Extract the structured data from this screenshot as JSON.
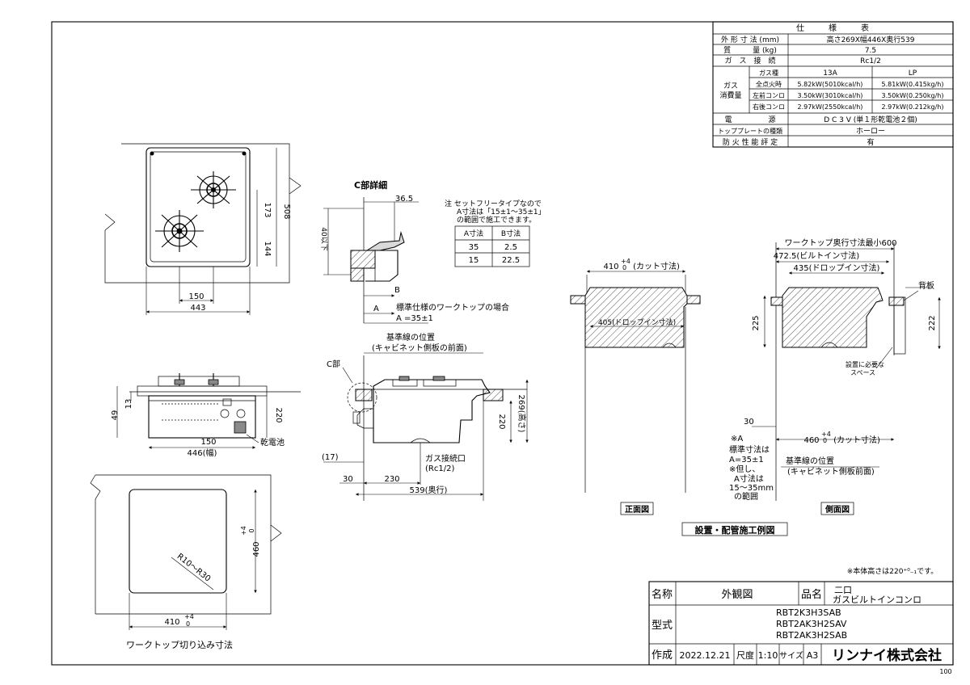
{
  "spec_table": {
    "title": "仕　　　様　　　表",
    "rows": [
      {
        "label": "外 形 寸 法 (mm)",
        "value": "高さ269X幅446X奥行539"
      },
      {
        "label": "質　　　量 (kg)",
        "value": "7.5"
      },
      {
        "label": "ガ　ス　接　続",
        "value": "Rc1/2"
      }
    ],
    "gas_group_label_1": "ガス",
    "gas_group_label_2": "消費量",
    "gas_header": {
      "label": "ガス種",
      "col1": "13A",
      "col2": "LP"
    },
    "gas_rows": [
      {
        "label": "全点火時",
        "col1": "5.82kW(5010kcal/h)",
        "col2": "5.81kW(0.415kg/h)"
      },
      {
        "label": "左前コンロ",
        "col1": "3.50kW(3010kcal/h)",
        "col2": "3.50kW(0.250kg/h)"
      },
      {
        "label": "右後コンロ",
        "col1": "2.97kW(2550kcal/h)",
        "col2": "2.97kW(0.212kg/h)"
      }
    ],
    "bottom_rows": [
      {
        "label": "電　　　　　源",
        "value": "D C 3 V (単１形乾電池２個)"
      },
      {
        "label": "トッププレートの種類",
        "value": "ホーロー"
      },
      {
        "label": "防 火 性 能 評 定",
        "value": "有"
      }
    ]
  },
  "top_view": {
    "dim_508": "508",
    "dim_173": "173",
    "dim_144": "144",
    "dim_150": "150",
    "dim_443": "443"
  },
  "detail_c": {
    "title": "C部詳細",
    "dim_365": "36.5",
    "dim_40": "40以下",
    "label_b": "B",
    "label_a": "A",
    "note_line1": "注 セットフリータイプなので",
    "note_line2": "A寸法は「15±1〜35±1」",
    "note_line3": "の範囲で施工できます。",
    "table_header": [
      "A寸法",
      "B寸法"
    ],
    "table_rows": [
      [
        "35",
        "2.5"
      ],
      [
        "15",
        "22.5"
      ]
    ],
    "std_line1": "標準仕様のワークトップの場合",
    "std_line2": "A =35±1",
    "ref_line1": "基準線の位置",
    "ref_line2": "(キャビネット側板の前面)"
  },
  "side_view": {
    "label_c": "C部",
    "dim_220": "220",
    "dim_269": "269(高さ)",
    "dim_17": "(17)",
    "gas_line1": "ガス接続口",
    "gas_line2": "(Rc1/2)",
    "dim_30": "30",
    "dim_230": "230",
    "dim_539": "539(奥行)"
  },
  "front_small": {
    "dim_49": "49",
    "dim_13": "13",
    "dim_220": "220",
    "dim_150": "150",
    "dim_446": "446(幅)",
    "battery": "乾電池"
  },
  "cutout": {
    "dim_460": "460",
    "tol": "+4",
    "tol0": "0",
    "dim_410": "410",
    "radius": "R10〜R30",
    "caption": "ワークトップ切り込み寸法"
  },
  "install_front": {
    "cut_label": "410",
    "cut_tol": "+4",
    "cut_tol0": "0",
    "cut_suffix": "(カット寸法)",
    "drop": "405(ドロップイン寸法)",
    "caption": "正面図"
  },
  "install_side": {
    "wt_depth": "ワークトップ奥行寸法最小600",
    "built_in": "472.5(ビルトイン寸法)",
    "drop_in": "435(ドロップイン寸法)",
    "backboard": "背板",
    "dim_225": "225",
    "dim_222": "222",
    "space_line1": "設置に必要な",
    "space_line2": "スペース",
    "dim_30": "30",
    "cut_label": "460",
    "cut_tol": "+4",
    "cut_tol0": "0",
    "cut_suffix": "(カット寸法)",
    "note_mark": "※A",
    "note_lines": [
      "標準寸法は",
      "A=35±1",
      "※但し、",
      "A寸法は",
      "15〜35mm",
      "の範囲"
    ],
    "ref_line1": "基準線の位置",
    "ref_line2": "(キャビネット側板前面)",
    "caption": "側面図"
  },
  "install_caption": "設置・配管施工例図",
  "height_note": "※本体高さは220⁺⁰₋₁です。",
  "title_block": {
    "name_label": "名称",
    "name_value": "外観図",
    "product_label": "品名",
    "product_line1": "二口",
    "product_line2": "ガスビルトインコンロ",
    "model_label": "型式",
    "models": [
      "RBT2K3H3SAB",
      "RBT2AK3H2SAV",
      "RBT2AK3H2SAB"
    ],
    "created_label": "作成",
    "created_date": "2022.12.21",
    "scale_label": "尺度",
    "scale_value": "1:10",
    "size_label": "サイズ",
    "size_value": "A3",
    "company": "リンナイ株式会社"
  },
  "page_code": "100"
}
